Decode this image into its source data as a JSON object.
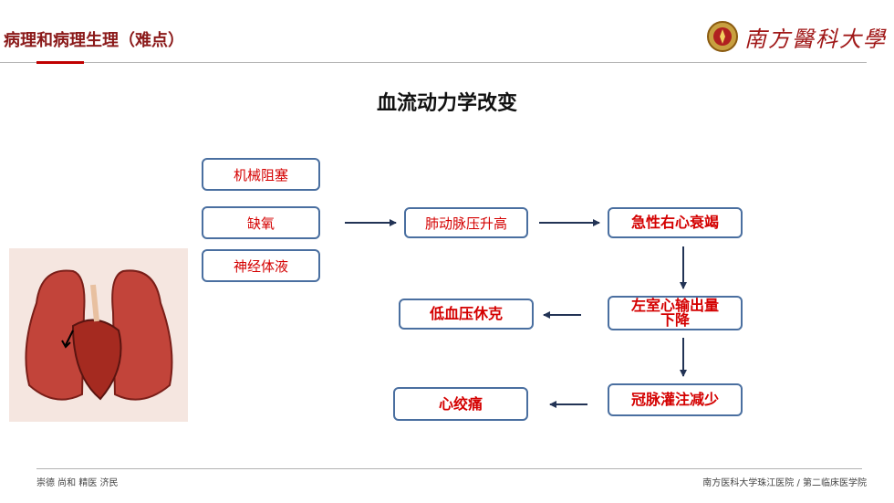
{
  "header": {
    "title": "病理和病理生理（难点）",
    "logo_text": "南方醫科大學"
  },
  "slide": {
    "title": "血流动力学改变"
  },
  "flow": {
    "causes": [
      "机械阻塞",
      "缺氧",
      "神经体液"
    ],
    "pulmonary_hypertension": "肺动脉压升高",
    "acute_right_heart_failure": "急性右心衰竭",
    "lv_output_line1": "左室心输出量",
    "lv_output_line2": "下降",
    "hypotension_shock": "低血压休克",
    "coronary_perfusion": "冠脉灌注减少",
    "angina": "心绞痛"
  },
  "footer": {
    "motto": "崇德  尚和  精医  济民",
    "institution": "南方医科大学珠江医院 / 第二临床医学院"
  },
  "colors": {
    "accent_red": "#c00000",
    "box_border": "#4a6fa0",
    "box_text": "#d40000"
  }
}
